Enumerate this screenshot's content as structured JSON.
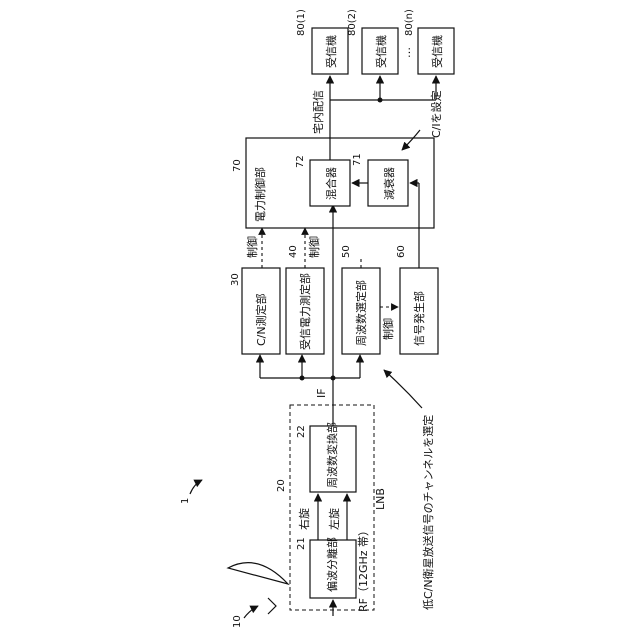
{
  "boxes": {
    "polarizer": "偏波分離部",
    "freq_converter": "周波数変換部",
    "cn_meter": "C/N測定部",
    "power_meter": "受信電力測定部",
    "freq_selector": "周波数選定部",
    "signal_gen": "信号発生部",
    "power_control": "電力制御部",
    "mixer": "混合器",
    "attenuator": "減衰器",
    "rx1": "受信機",
    "rx2": "受信機",
    "rxn": "受信機"
  },
  "numbers": {
    "system": "1",
    "antenna": "10",
    "lnb": "20",
    "polarizer": "21",
    "freq_converter": "22",
    "cn_meter": "30",
    "power_meter": "40",
    "freq_selector": "50",
    "signal_gen": "60",
    "power_control": "70",
    "attenuator": "71",
    "mixer": "72",
    "rx1": "80(1)",
    "rx2": "80(2)",
    "rxn": "80(n)"
  },
  "labels": {
    "rf": "RF（12GHz 帯）",
    "lnb": "LNB",
    "right": "右旋",
    "left": "左旋",
    "if": "IF",
    "control1": "制御",
    "control2": "制御",
    "control3": "制御",
    "home": "宅内配信",
    "ci": "C/Iを設定",
    "ellipsis": "…",
    "low_cn": "低C/N衛星放送信号のチャンネルを選定"
  }
}
